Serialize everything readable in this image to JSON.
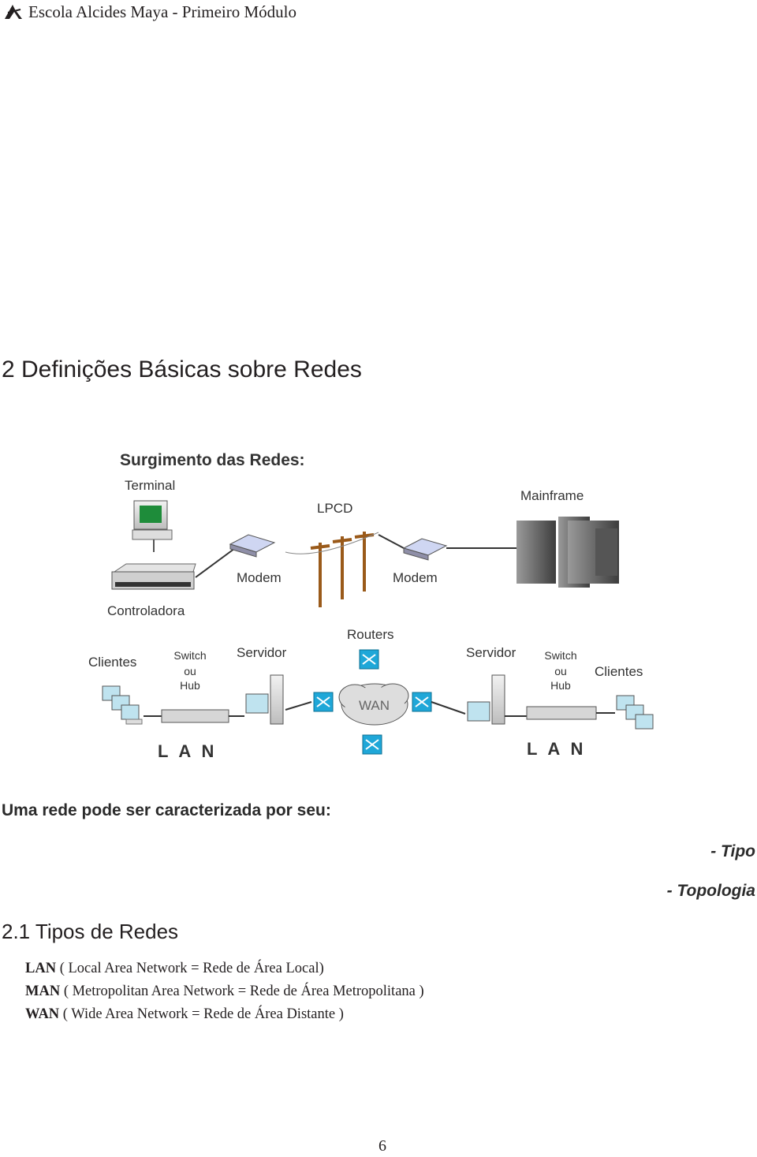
{
  "header": {
    "title": "Escola Alcides Maya - Primeiro  Módulo"
  },
  "section_title": "2 Definições Básicas sobre Redes",
  "figure": {
    "title": "Surgimento das Redes:",
    "labels": {
      "terminal": "Terminal",
      "controladora": "Controladora",
      "modem_left": "Modem",
      "lpcd": "LPCD",
      "modem_right": "Modem",
      "mainframe": "Mainframe",
      "routers": "Routers",
      "wan": "WAN",
      "clientes_left": "Clientes",
      "switch_left": [
        "Switch",
        "ou",
        "Hub"
      ],
      "servidor_left": "Servidor",
      "servidor_right": "Servidor",
      "switch_right": [
        "Switch",
        "ou",
        "Hub"
      ],
      "clientes_right": "Clientes",
      "lan_left": "L A N",
      "lan_right": "L A N"
    }
  },
  "intro": "Uma rede pode ser caracterizada por seu:",
  "characteristics": [
    "- Tipo",
    "- Topologia"
  ],
  "subsection_title": "2.1 Tipos de Redes",
  "network_types": [
    {
      "abbr": "LAN",
      "desc": " ( Local Area Network = Rede de Área Local)"
    },
    {
      "abbr": "MAN",
      "desc": " ( Metropolitan Area Network = Rede de Área Metropolitana )"
    },
    {
      "abbr": "WAN",
      "desc": " ( Wide Area Network = Rede de Área Distante )"
    }
  ],
  "page_number": "6"
}
